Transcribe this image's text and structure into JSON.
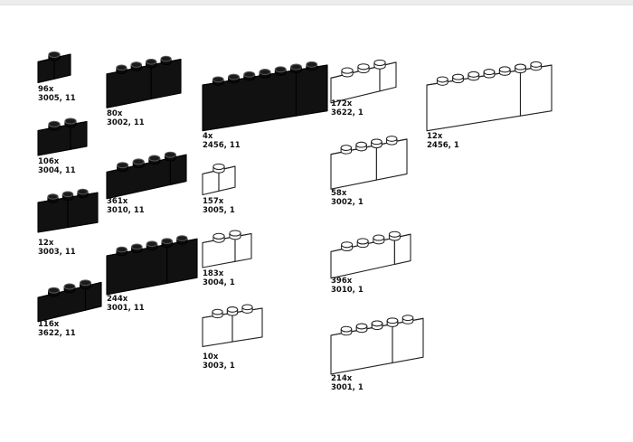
{
  "colors": {
    "dark": "#111111",
    "light": "#ffffff",
    "outline": "#222222",
    "stud_top_dark": "#1b1b1b"
  },
  "bricks": [
    {
      "count": "96x",
      "part": "3005, 11",
      "color": "dark",
      "studs_w": 1,
      "studs_d": 1
    },
    {
      "count": "80x",
      "part": "3002, 11",
      "color": "dark",
      "studs_w": 3,
      "studs_d": 2
    },
    {
      "count": "4x",
      "part": "2456, 11",
      "color": "dark",
      "studs_w": 6,
      "studs_d": 2
    },
    {
      "count": "172x",
      "part": "3622, 1",
      "color": "light",
      "studs_w": 3,
      "studs_d": 1
    },
    {
      "count": "12x",
      "part": "2456, 1",
      "color": "light",
      "studs_w": 6,
      "studs_d": 2
    },
    {
      "count": "106x",
      "part": "3004, 11",
      "color": "dark",
      "studs_w": 2,
      "studs_d": 1
    },
    {
      "count": "361x",
      "part": "3010, 11",
      "color": "dark",
      "studs_w": 4,
      "studs_d": 1
    },
    {
      "count": "157x",
      "part": "3005, 1",
      "color": "light",
      "studs_w": 1,
      "studs_d": 1
    },
    {
      "count": "58x",
      "part": "3002, 1",
      "color": "light",
      "studs_w": 3,
      "studs_d": 2
    },
    {
      "count": "12x",
      "part": "3003, 11",
      "color": "dark",
      "studs_w": 2,
      "studs_d": 2
    },
    {
      "count": "244x",
      "part": "3001, 11",
      "color": "dark",
      "studs_w": 4,
      "studs_d": 2
    },
    {
      "count": "183x",
      "part": "3004, 1",
      "color": "light",
      "studs_w": 2,
      "studs_d": 1
    },
    {
      "count": "396x",
      "part": "3010, 1",
      "color": "light",
      "studs_w": 4,
      "studs_d": 1
    },
    {
      "count": "116x",
      "part": "3622, 11",
      "color": "dark",
      "studs_w": 3,
      "studs_d": 1
    },
    {
      "count": "10x",
      "part": "3003, 1",
      "color": "light",
      "studs_w": 2,
      "studs_d": 2
    },
    {
      "count": "214x",
      "part": "3001, 1",
      "color": "light",
      "studs_w": 4,
      "studs_d": 2
    }
  ]
}
